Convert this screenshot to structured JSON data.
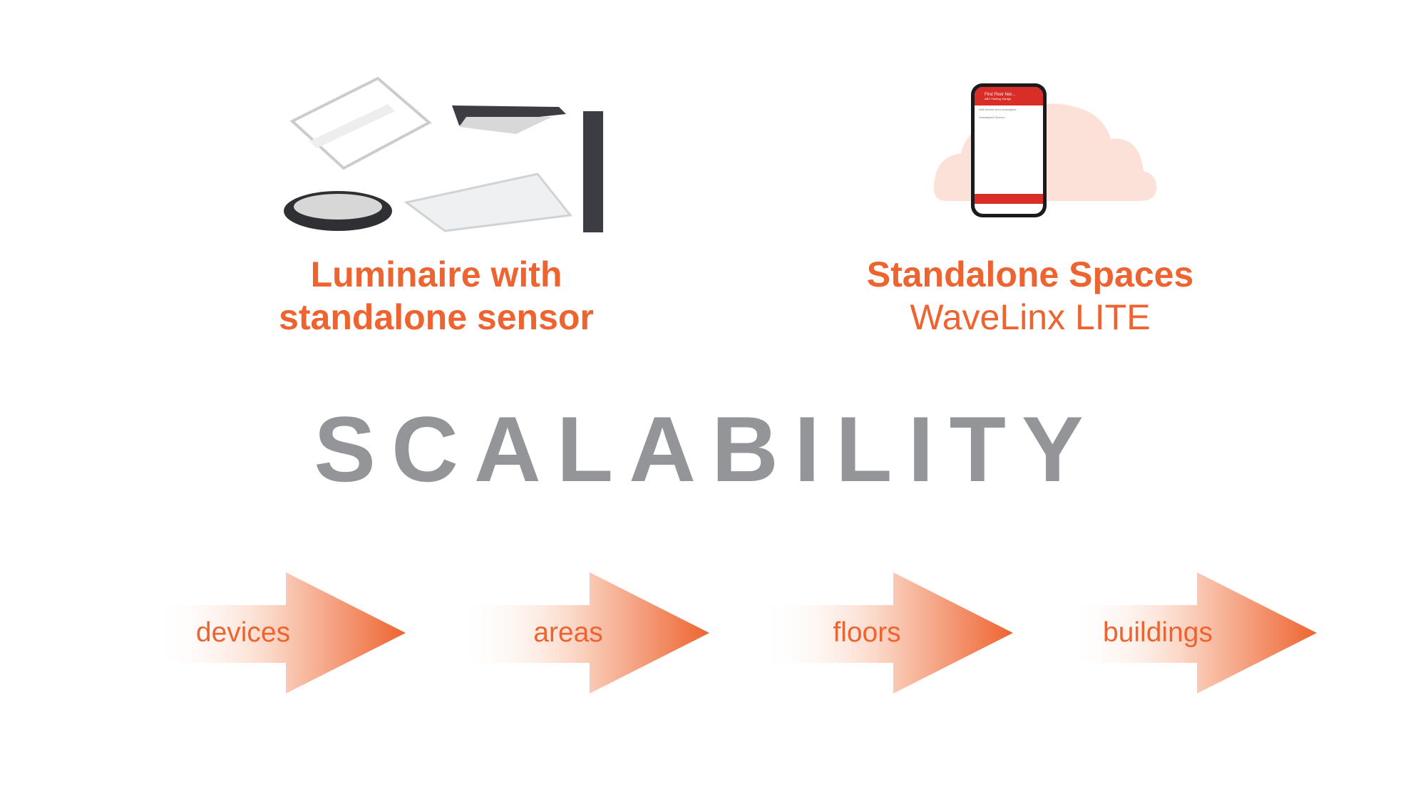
{
  "left_panel": {
    "title_line1": "Luminaire with",
    "title_line2": "standalone sensor",
    "icon": "luminaires-product-image"
  },
  "right_panel": {
    "title": "Standalone Spaces",
    "subtitle": "WaveLinx LITE",
    "icon": "phone-app-cloud-image",
    "phone": {
      "header": "First Floor Nor...",
      "subheader": "ABC Parking Garage",
      "rows": [
        "Add devices from unassigned",
        "Unassigned Devices"
      ]
    }
  },
  "headline": "SCALABILITY",
  "arrows": [
    {
      "label": "devices"
    },
    {
      "label": "areas"
    },
    {
      "label": "floors"
    },
    {
      "label": "buildings"
    }
  ],
  "colors": {
    "accent": "#ee6431",
    "gray": "#939598",
    "cloud": "#fbe1d7"
  }
}
